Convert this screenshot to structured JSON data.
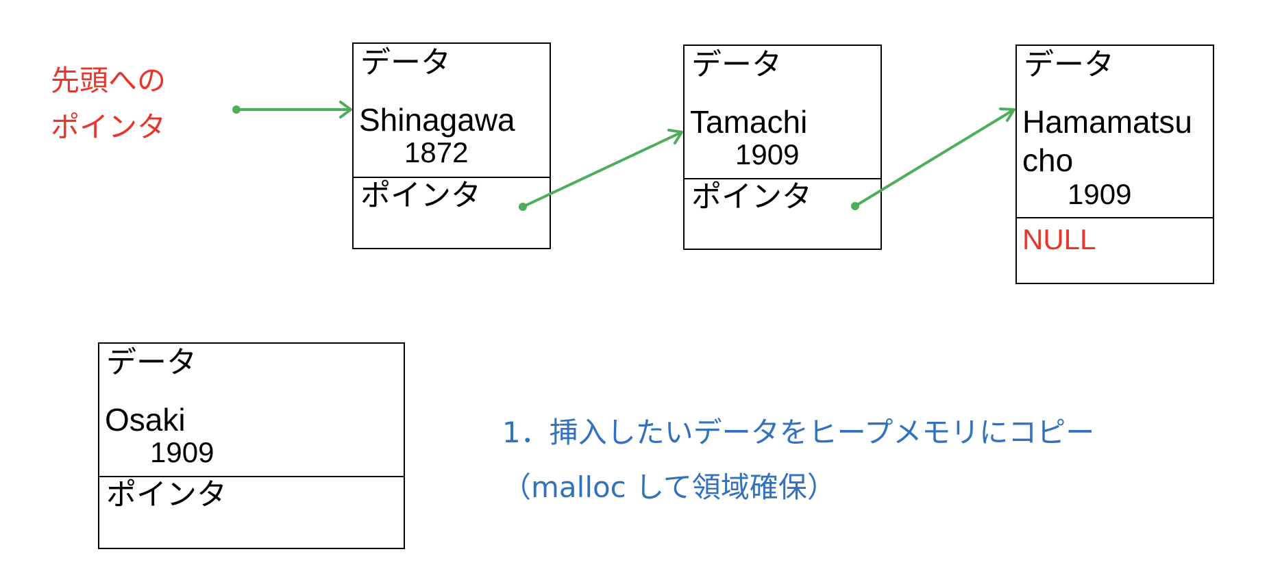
{
  "head_pointer": {
    "label_line1": "先頭への",
    "label_line2": "ポインタ",
    "color": "#e8352a"
  },
  "nodes": [
    {
      "data_label": "データ",
      "name": "Shinagawa",
      "year": "1872",
      "pointer_label": "ポインタ"
    },
    {
      "data_label": "データ",
      "name": "Tamachi",
      "year": "1909",
      "pointer_label": "ポインタ"
    },
    {
      "data_label": "データ",
      "name_line1": "Hamamatsu",
      "name_line2": "cho",
      "year": "1909",
      "pointer_label": "NULL",
      "pointer_color": "#e8352a"
    }
  ],
  "new_node": {
    "data_label": "データ",
    "name": "Osaki",
    "year": "1909",
    "pointer_label": "ポインタ"
  },
  "caption": {
    "line1": "1．挿入したいデータをヒープメモリにコピー",
    "line2": "（malloc して領域確保）",
    "color": "#3271bd"
  },
  "arrow_color": "#4cae5a"
}
